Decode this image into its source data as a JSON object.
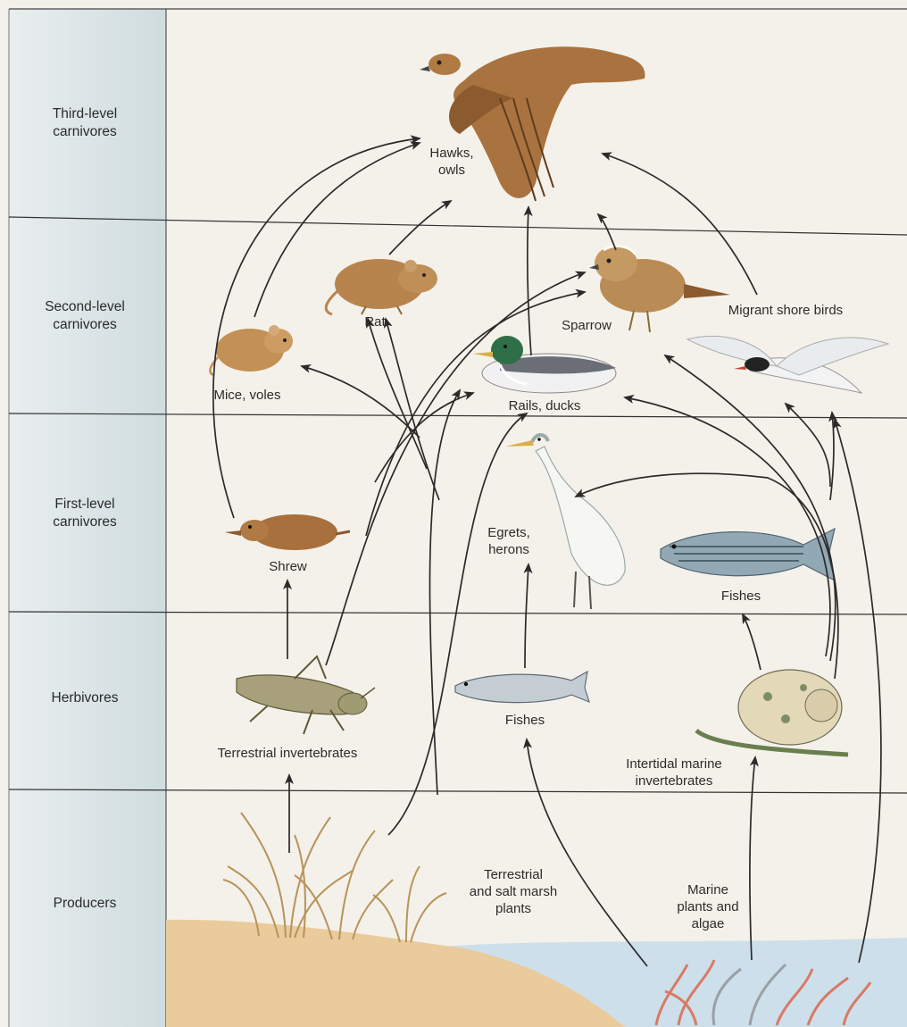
{
  "levels": {
    "third": {
      "line1": "Third-level",
      "line2": "carnivores"
    },
    "second": {
      "line1": "Second-level",
      "line2": "carnivores"
    },
    "first": {
      "line1": "First-level",
      "line2": "carnivores"
    },
    "herbivores": {
      "line1": "Herbivores"
    },
    "producers": {
      "line1": "Producers"
    }
  },
  "organisms": {
    "hawks": {
      "line1": "Hawks,",
      "line2": "owls"
    },
    "rat": {
      "line1": "Rat"
    },
    "sparrow": {
      "line1": "Sparrow"
    },
    "shorebirds": {
      "line1": "Migrant shore birds"
    },
    "mice": {
      "line1": "Mice, voles"
    },
    "rails": {
      "line1": "Rails, ducks"
    },
    "shrew": {
      "line1": "Shrew"
    },
    "egrets": {
      "line1": "Egrets,",
      "line2": "herons"
    },
    "fishes_first": {
      "line1": "Fishes"
    },
    "fishes_herb": {
      "line1": "Fishes"
    },
    "terrestrial_inv": {
      "line1": "Terrestrial invertebrates"
    },
    "intertidal": {
      "line1": "Intertidal marine",
      "line2": "invertebrates"
    },
    "marsh_plants": {
      "line1": "Terrestrial",
      "line2": "and salt marsh",
      "line3": "plants"
    },
    "marine_plants": {
      "line1": "Marine",
      "line2": "plants and",
      "line3": "algae"
    }
  },
  "colors": {
    "sidebar": "#dfe8e9",
    "line": "#333333",
    "sand": "#e8c99a",
    "water": "#cfe0ec",
    "bird_brown": "#a8703c",
    "coral": "#d9735e"
  }
}
